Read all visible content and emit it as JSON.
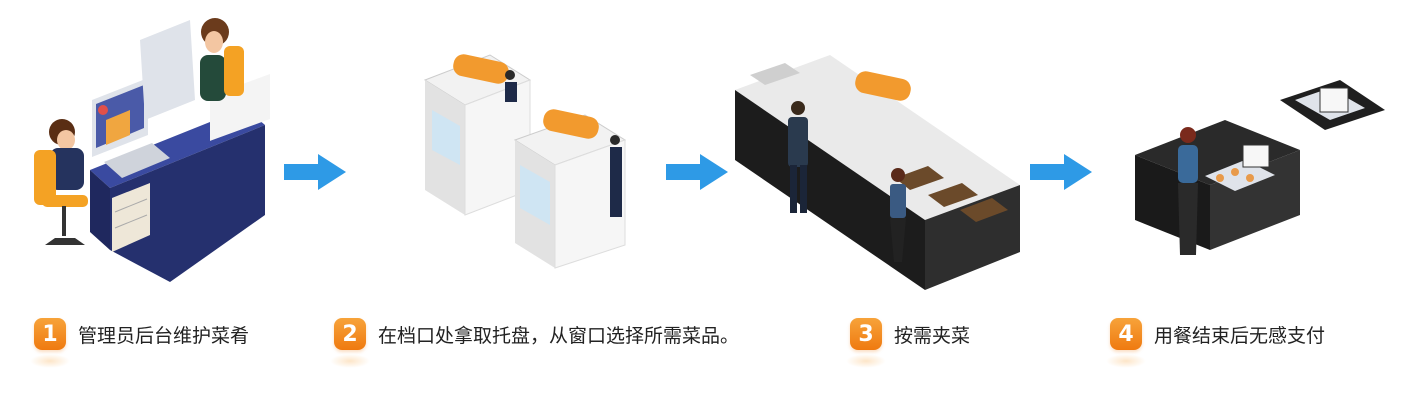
{
  "steps": [
    {
      "number": "1",
      "label": "管理员后台维护菜肴"
    },
    {
      "number": "2",
      "label": "在档口处拿取托盘，从窗口选择所需菜品。"
    },
    {
      "number": "3",
      "label": "按需夹菜"
    },
    {
      "number": "4",
      "label": "用餐结束后无感支付"
    }
  ],
  "colors": {
    "badge": "#f08a1c",
    "arrow": "#2e9ae6",
    "counter_dark": "#1c1c1c",
    "desk_blue": "#2f3d8c",
    "sign_orange": "#f29a2e"
  },
  "icons": [
    "admin-workstation-icon",
    "tray-window-icon",
    "buffet-counter-icon",
    "checkout-counter-icon",
    "arrow-right-icon"
  ]
}
